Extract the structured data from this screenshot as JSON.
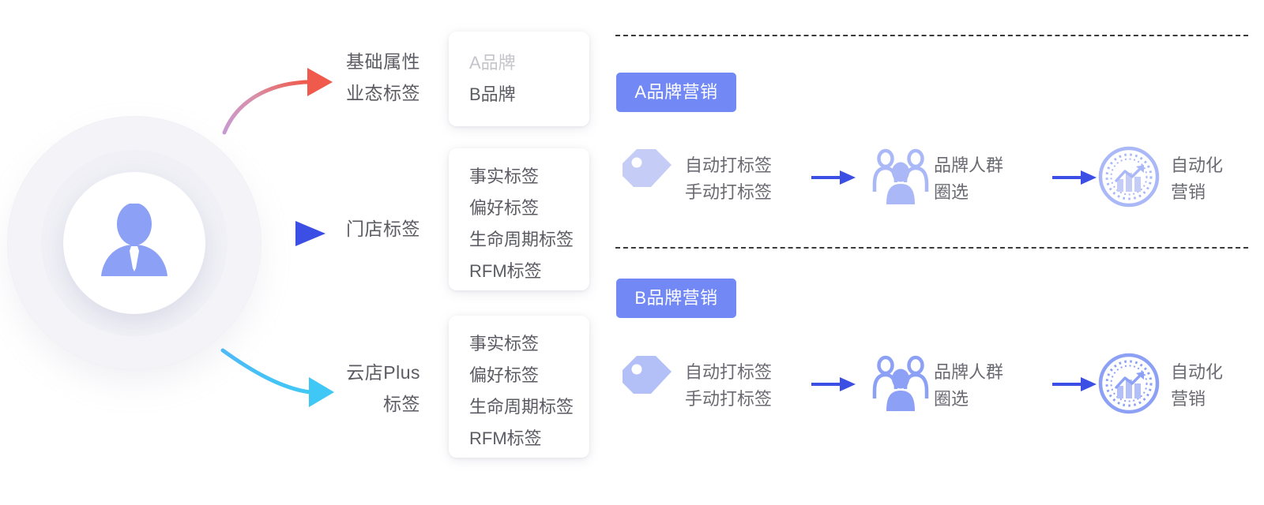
{
  "hub": {
    "icon": "user-avatar-icon",
    "accent": "#8ca0f5"
  },
  "channels": [
    {
      "label": "基础属性\n业态标签",
      "arrow": "curved-up-arrow",
      "arrow_color": "#ef5a4c"
    },
    {
      "label": "门店标签",
      "arrow": "straight-arrow",
      "arrow_color": "#3b4fe4"
    },
    {
      "label": "云店Plus\n标签",
      "arrow": "curved-down-arrow",
      "arrow_color": "#3fc8f5"
    }
  ],
  "cards": [
    {
      "name": "brand-card",
      "lines": [
        {
          "text": "A品牌",
          "muted": true
        },
        {
          "text": "B品牌",
          "muted": false
        }
      ]
    },
    {
      "name": "store-tag-card",
      "lines": [
        {
          "text": "事实标签",
          "muted": false
        },
        {
          "text": "偏好标签",
          "muted": false
        },
        {
          "text": "生命周期标签",
          "muted": false
        },
        {
          "text": "RFM标签",
          "muted": false
        }
      ]
    },
    {
      "name": "cloud-plus-tag-card",
      "lines": [
        {
          "text": "事实标签",
          "muted": false
        },
        {
          "text": "偏好标签",
          "muted": false
        },
        {
          "text": "生命周期标签",
          "muted": false
        },
        {
          "text": "RFM标签",
          "muted": false
        }
      ]
    }
  ],
  "pills": [
    {
      "label": "A品牌营销"
    },
    {
      "label": "B品牌营销"
    }
  ],
  "flows": [
    {
      "name": "brand-a-flow",
      "tag_icon": "price-tag-icon",
      "tag_text": "自动打标签\n手动打标签",
      "people_icon": "people-group-icon",
      "people_text": "品牌人群\n圈选",
      "chart_icon": "analytics-coin-icon",
      "chart_text": "自动化\n营销",
      "arrow_icon": "right-arrow-icon"
    },
    {
      "name": "brand-b-flow",
      "tag_icon": "price-tag-icon",
      "tag_text": "自动打标签\n手动打标签",
      "people_icon": "people-group-icon",
      "people_text": "品牌人群\n圈选",
      "chart_icon": "analytics-coin-icon",
      "chart_text": "自动化\n营销",
      "arrow_icon": "right-arrow-icon"
    }
  ],
  "colors": {
    "brand_blue": "#7289f5",
    "arrow_blue": "#3b4fe4",
    "icon_periwinkle": "#aab8f8",
    "text_gray": "#5b5b63",
    "text_muted": "#c4c4ca",
    "divider": "#3b3b3b",
    "hub_ring": "#f2f2f7"
  }
}
